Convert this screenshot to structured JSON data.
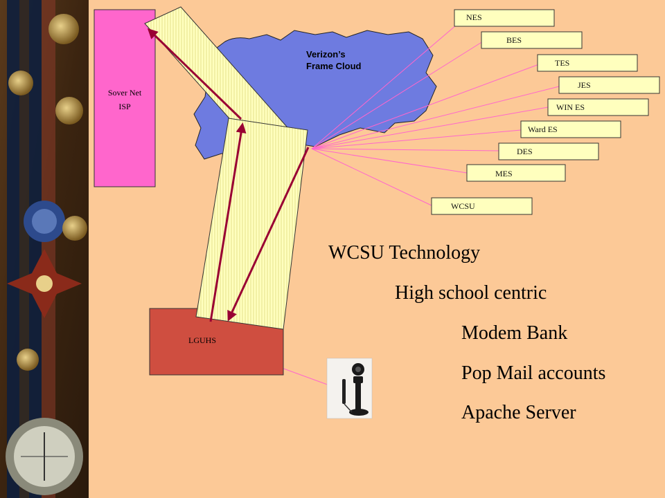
{
  "isp": {
    "line1": "Sover Net",
    "line2": "ISP"
  },
  "cloud": {
    "line1": "Verizon’s",
    "line2": "Frame Cloud"
  },
  "hub": {
    "label": "LGUHS"
  },
  "schools": [
    {
      "label": "NES"
    },
    {
      "label": "BES"
    },
    {
      "label": "TES"
    },
    {
      "label": "JES"
    },
    {
      "label": "WIN ES"
    },
    {
      "label": "Ward ES"
    },
    {
      "label": "DES"
    },
    {
      "label": "MES"
    },
    {
      "label": "WCSU"
    }
  ],
  "text": {
    "title": "WCSU Technology",
    "subtitle": "High school centric",
    "item1": "Modem Bank",
    "item2": "Pop Mail accounts",
    "item3": "Apache Server"
  },
  "colors": {
    "background": "#fcc997",
    "isp_box": "#ff66cc",
    "cloud": "#6e7be0",
    "hub_box": "#cf4e40",
    "pipe": "#ffffbe",
    "arrow": "#990033",
    "connector": "#ff66cc"
  },
  "icons": {
    "phone": "candlestick-phone-icon"
  }
}
